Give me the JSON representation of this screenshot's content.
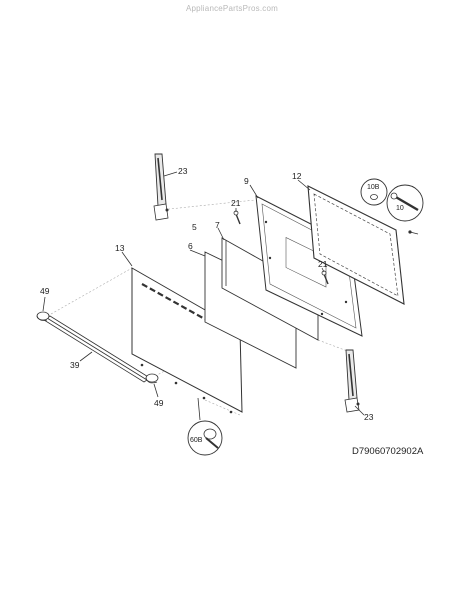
{
  "watermark": "AppliancePartsPros.com",
  "diagram_id": "D79060702902A",
  "callouts": {
    "c23_top": "23",
    "c23_bottom": "23",
    "c9": "9",
    "c12": "12",
    "c10b": "10B",
    "c10": "10",
    "c21_top": "21",
    "c21_mid": "21",
    "c7": "7",
    "c5": "5",
    "c6": "6",
    "c13": "13",
    "c49_left": "49",
    "c49_bottom": "49",
    "c39": "39",
    "c60b": "60B"
  }
}
